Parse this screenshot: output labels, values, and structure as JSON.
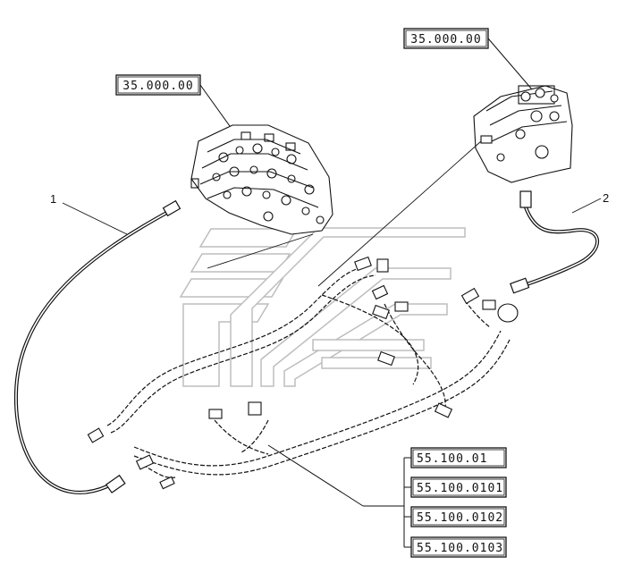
{
  "refs": {
    "top_right": "35.000.00",
    "top_left": "35.000.00",
    "list": [
      "55.100.01",
      "55.100.0101",
      "55.100.0102",
      "55.100.0103"
    ]
  },
  "callouts": {
    "item1": "1",
    "item2": "2"
  },
  "colors": {
    "line": "#111111",
    "logo": "#d8d8d8",
    "paper": "#ffffff"
  }
}
